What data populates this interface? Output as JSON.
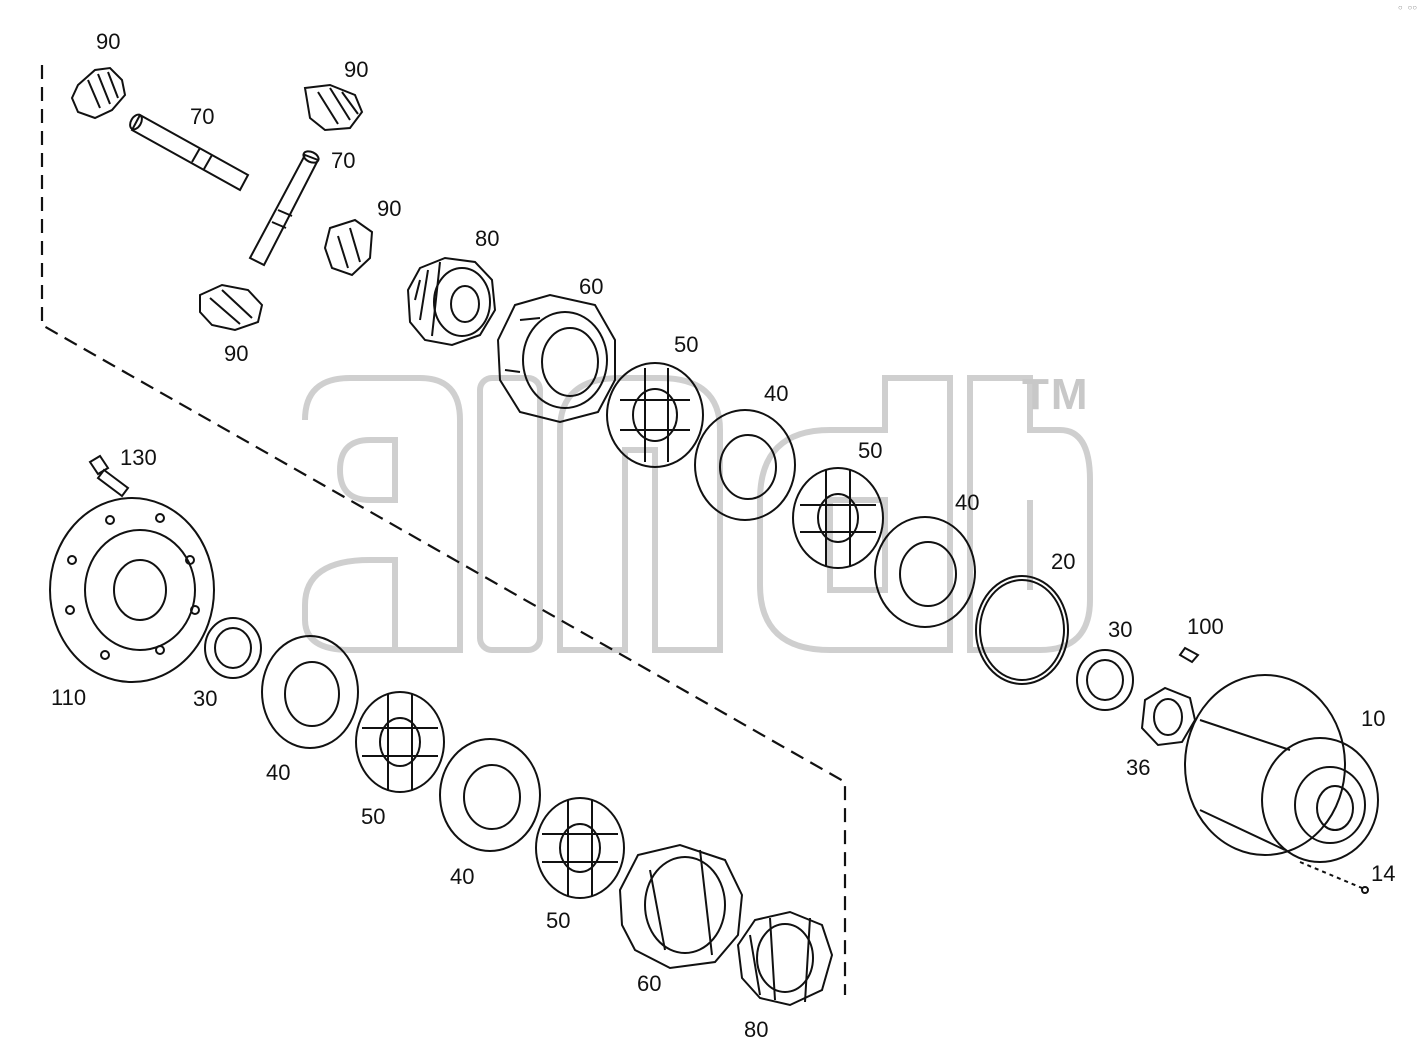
{
  "diagram": {
    "watermark": {
      "trademark": "TM"
    },
    "corner_mark": "○ ○○",
    "labels": [
      {
        "id": "l90a",
        "text": "90"
      },
      {
        "id": "l90b",
        "text": "90"
      },
      {
        "id": "l70a",
        "text": "70"
      },
      {
        "id": "l70b",
        "text": "70"
      },
      {
        "id": "l90c",
        "text": "90"
      },
      {
        "id": "l80a",
        "text": "80"
      },
      {
        "id": "l90d",
        "text": "90"
      },
      {
        "id": "l60a",
        "text": "60"
      },
      {
        "id": "l50a",
        "text": "50"
      },
      {
        "id": "l40a",
        "text": "40"
      },
      {
        "id": "l50b",
        "text": "50"
      },
      {
        "id": "l40b",
        "text": "40"
      },
      {
        "id": "l20",
        "text": "20"
      },
      {
        "id": "l130",
        "text": "130"
      },
      {
        "id": "l110",
        "text": "110"
      },
      {
        "id": "l30a",
        "text": "30"
      },
      {
        "id": "l40c",
        "text": "40"
      },
      {
        "id": "l50c",
        "text": "50"
      },
      {
        "id": "l40d",
        "text": "40"
      },
      {
        "id": "l50d",
        "text": "50"
      },
      {
        "id": "l60b",
        "text": "60"
      },
      {
        "id": "l80b",
        "text": "80"
      },
      {
        "id": "l30b",
        "text": "30"
      },
      {
        "id": "l100",
        "text": "100"
      },
      {
        "id": "l36",
        "text": "36"
      },
      {
        "id": "l10",
        "text": "10"
      },
      {
        "id": "l14",
        "text": "14"
      }
    ]
  }
}
